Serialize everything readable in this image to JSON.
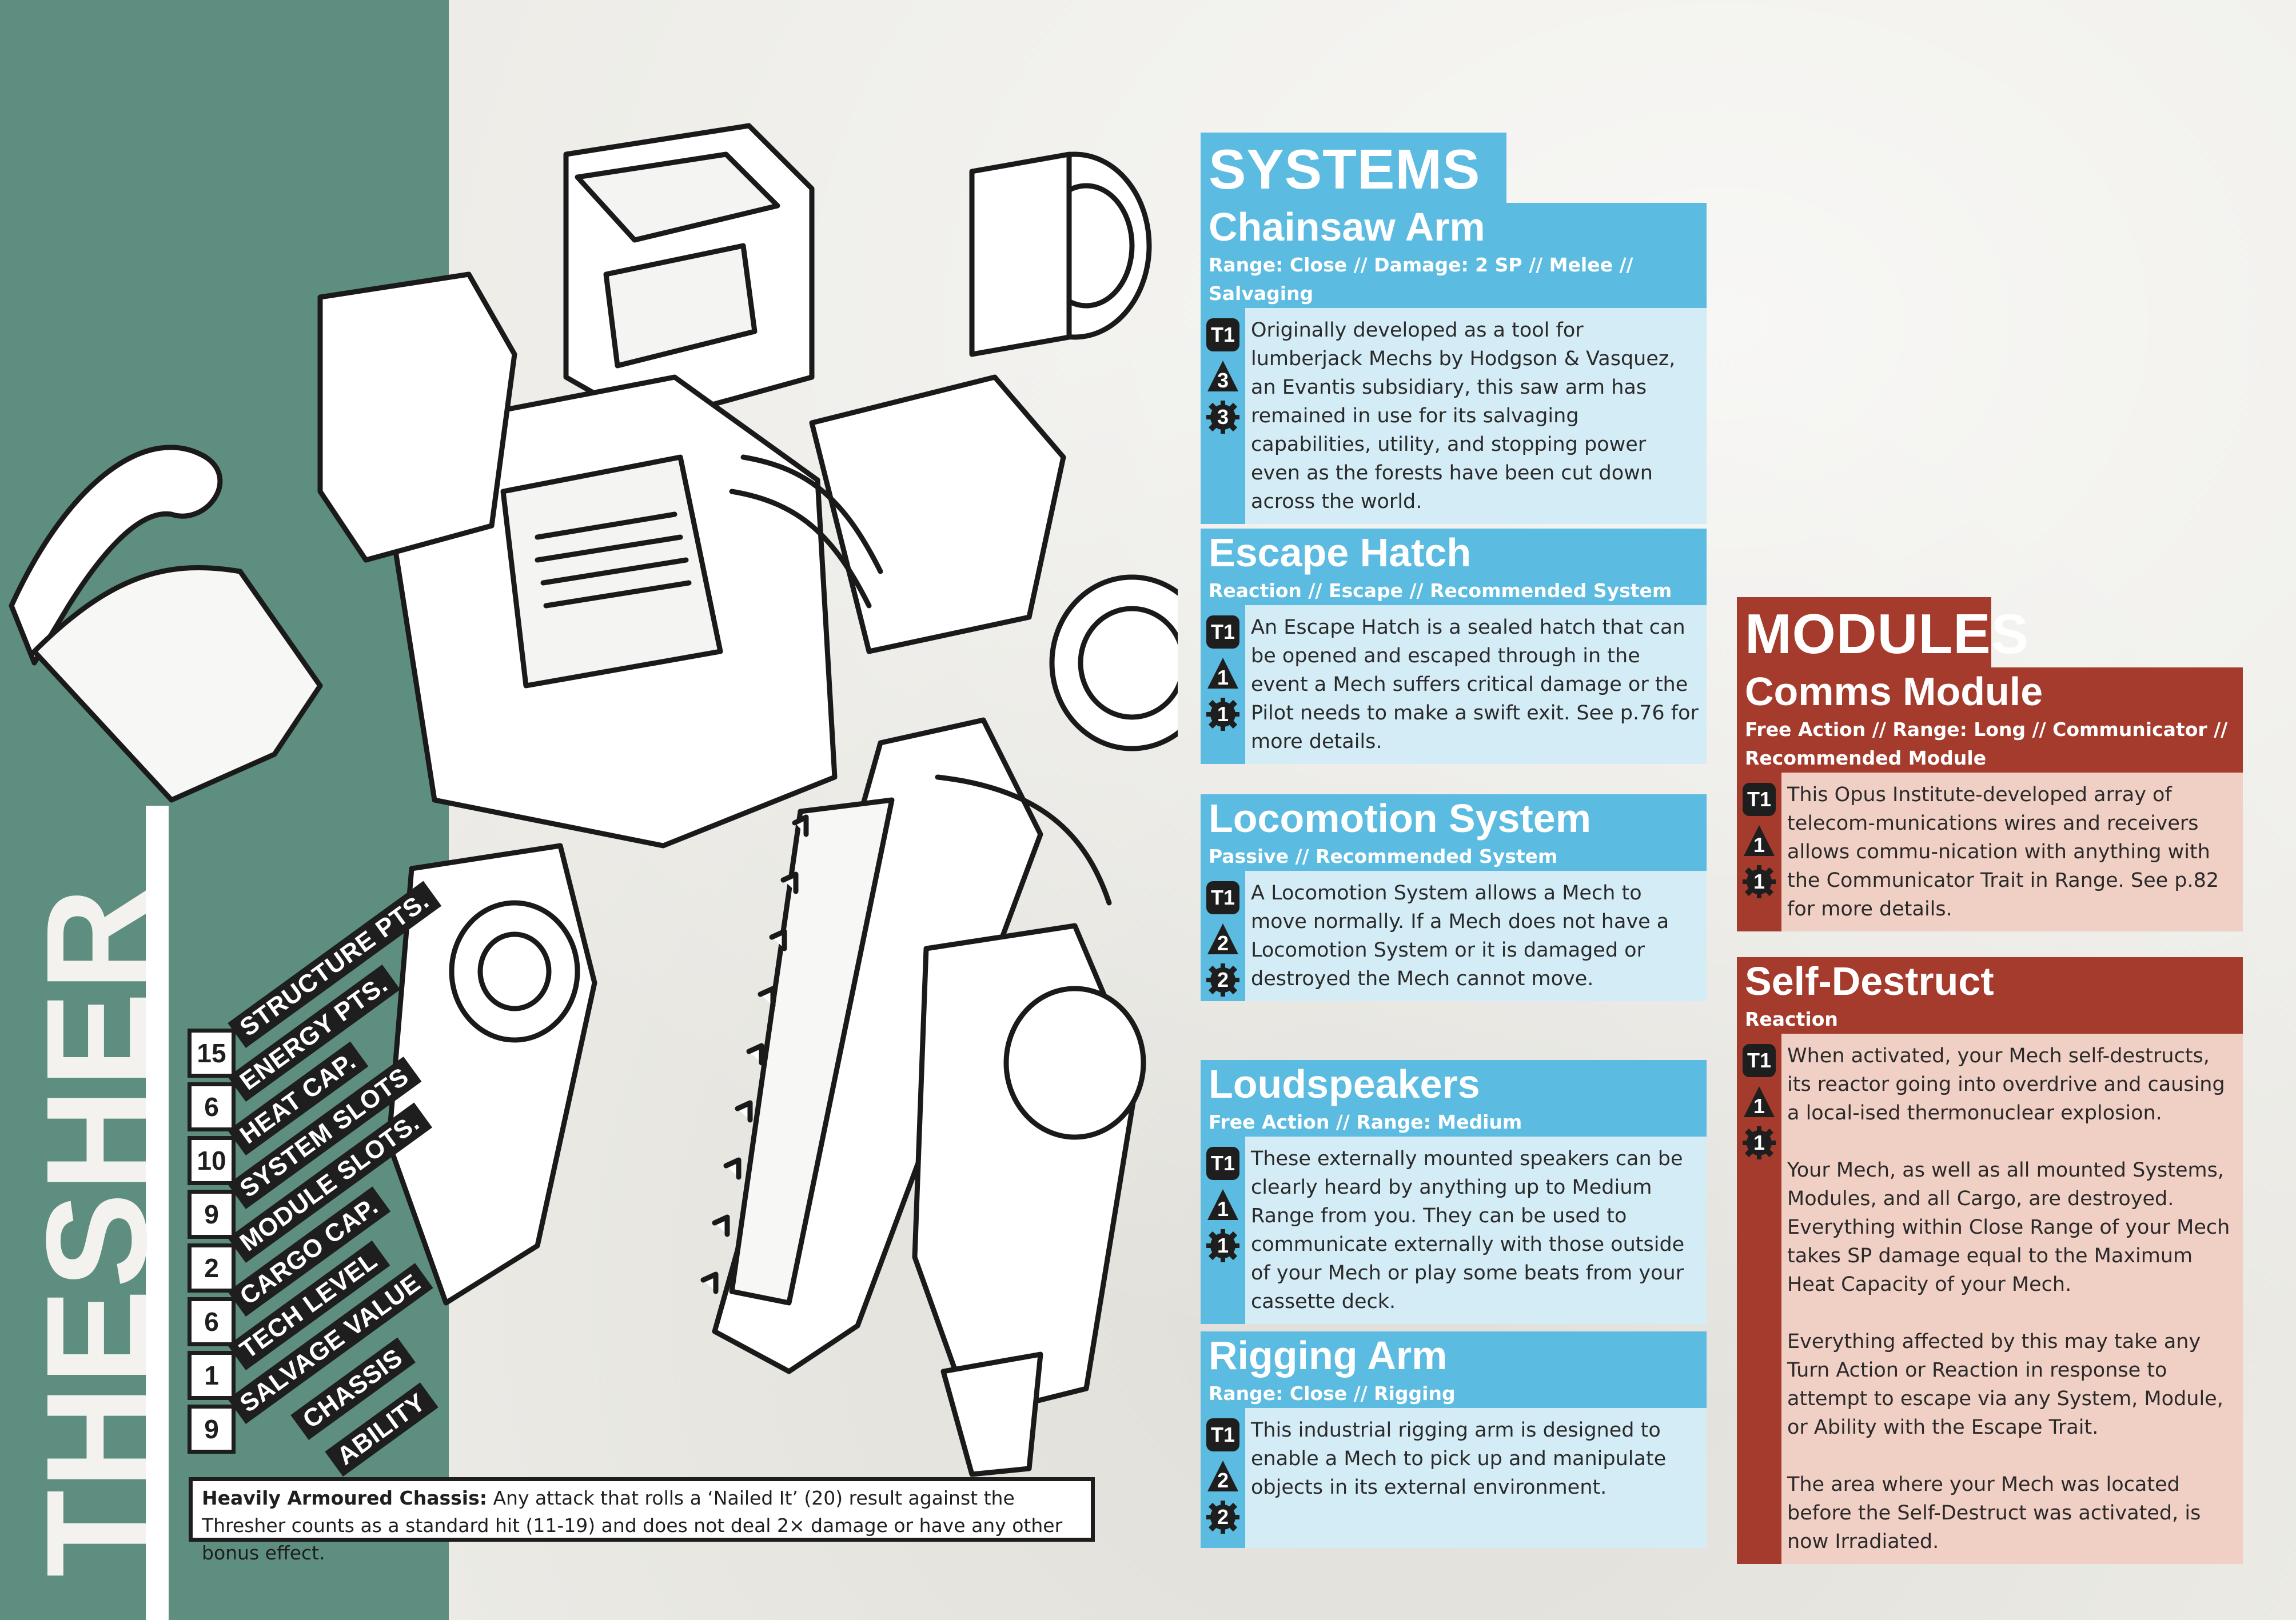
{
  "mech": {
    "name": "THESHER",
    "stats": [
      {
        "value": "15",
        "label": "STRUCTURE PTS."
      },
      {
        "value": "6",
        "label": "ENERGY PTS."
      },
      {
        "value": "10",
        "label": "HEAT CAP."
      },
      {
        "value": "9",
        "label": "SYSTEM SLOTS"
      },
      {
        "value": "2",
        "label": "MODULE SLOTS."
      },
      {
        "value": "6",
        "label": "CARGO CAP."
      },
      {
        "value": "1",
        "label": "TECH LEVEL"
      },
      {
        "value": "9",
        "label": "SALVAGE VALUE"
      }
    ],
    "chassis_label_1": "CHASSIS",
    "chassis_label_2": "ABILITY",
    "ability_name": "Heavily Armoured Chassis:",
    "ability_text": "Any attack that rolls a ‘Nailed It’ (20) result against the Thresher counts as a standard hit (11-19) and does not deal 2× damage or have any other bonus effect."
  },
  "systems": {
    "heading": "SYSTEMS",
    "cards": [
      {
        "name": "Chainsaw Arm",
        "tags": "Range: Close // Damage: 2 SP // Melee // Salvaging",
        "tech": "T1",
        "slots": "3",
        "cost": "3",
        "text": [
          "Originally developed as a tool for lumberjack Mechs by Hodgson & Vasquez, an Evantis subsidiary, this saw arm has remained in use for its salvaging capabilities, utility, and stopping power even as the forests have been cut down across the world."
        ]
      },
      {
        "name": "Escape Hatch",
        "tags": "Reaction // Escape // Recommended System",
        "tech": "T1",
        "slots": "1",
        "cost": "1",
        "text": [
          "An Escape Hatch is a sealed hatch that can be opened and escaped through in the event a Mech suffers critical damage or the Pilot needs to make a swift exit. See p.76 for more details."
        ]
      },
      {
        "name": "Locomotion System",
        "tags": "Passive // Recommended System",
        "tech": "T1",
        "slots": "2",
        "cost": "2",
        "text": [
          "A Locomotion System allows a Mech to move normally. If a Mech does not have a Locomotion System or it is damaged or destroyed the Mech cannot move."
        ]
      },
      {
        "name": "Loudspeakers",
        "tags": "Free Action // Range: Medium",
        "tech": "T1",
        "slots": "1",
        "cost": "1",
        "text": [
          "These externally mounted speakers can be clearly heard by anything up to Medium Range from you. They can be used to communicate externally with those outside of your Mech or play some beats from your cassette deck."
        ]
      },
      {
        "name": "Rigging Arm",
        "tags": "Range: Close // Rigging",
        "tech": "T1",
        "slots": "2",
        "cost": "2",
        "text": [
          "This industrial rigging arm is designed to enable a Mech to pick up and manipulate objects in its external environment."
        ]
      }
    ]
  },
  "modules": {
    "heading": "MODULES",
    "cards": [
      {
        "name": "Comms Module",
        "tags": "Free Action // Range: Long // Communicator // Recommended Module",
        "tech": "T1",
        "slots": "1",
        "cost": "1",
        "text": [
          "This Opus Institute-developed array of telecom-munications wires and receivers allows commu-nication with anything with the Communicator Trait in Range. See p.82 for more details."
        ]
      },
      {
        "name": "Self-Destruct",
        "tags": "Reaction",
        "tech": "T1",
        "slots": "1",
        "cost": "1",
        "text": [
          "When activated, your Mech self-destructs, its reactor going into overdrive and causing a local-ised thermonuclear explosion.",
          "Your Mech, as well as all mounted Systems, Modules, and all Cargo, are destroyed. Everything within Close Range of your Mech takes SP damage equal to the Maximum Heat Capacity of your Mech.",
          "Everything affected by this may take any Turn Action or Reaction in response to attempt to escape via any System, Module, or Ability with the Escape Trait.",
          "The area where your Mech was located before the Self-Destruct was activated, is now Irradiated."
        ]
      }
    ]
  },
  "colors": {
    "teal": "#5e8e80",
    "systems_blue": "#5bbbe0",
    "systems_light": "#d4ecf6",
    "modules_red": "#a53b2c",
    "modules_light": "#f0cfc4"
  },
  "icons": [
    "tech-level-icon",
    "slot-triangle-icon",
    "cost-gear-icon"
  ]
}
